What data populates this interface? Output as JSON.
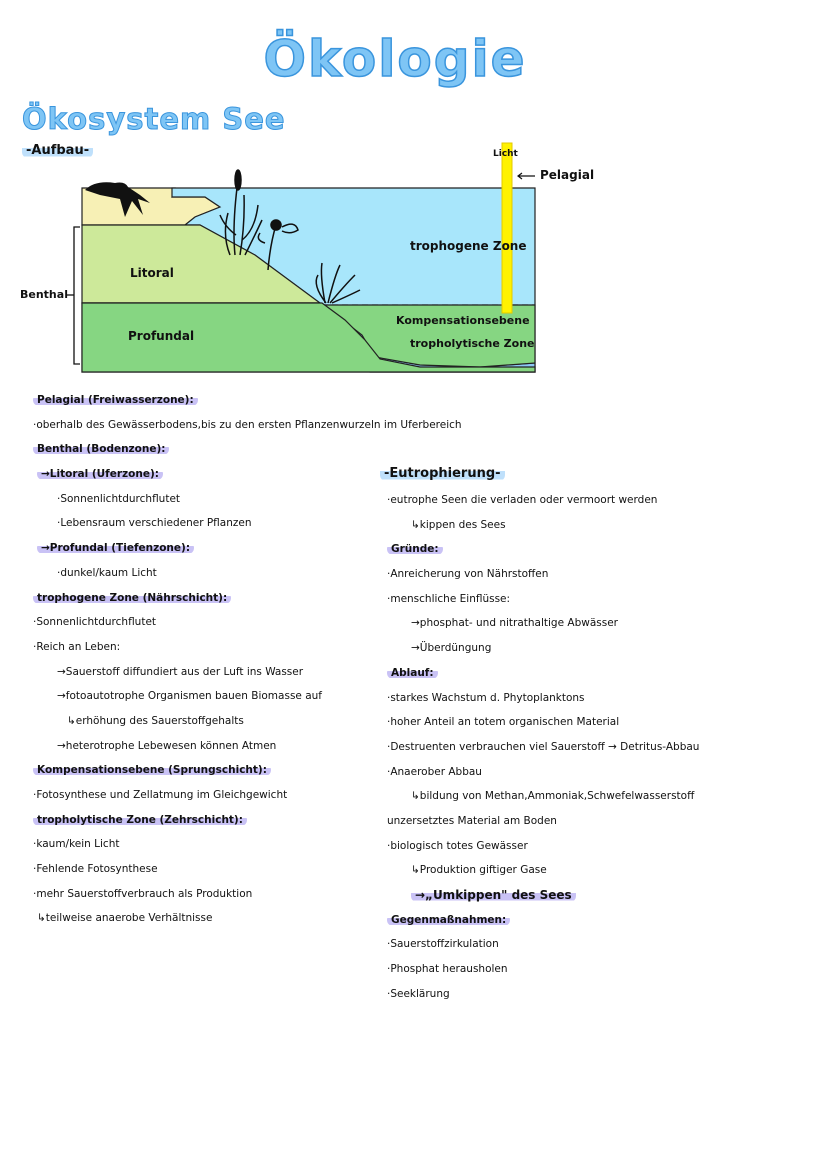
{
  "title": "Ökologie",
  "subtitle": "Ökosystem See",
  "aufbau_label": "-Aufbau-",
  "diagram": {
    "licht": "Licht",
    "pelagial": "Pelagial",
    "trophogene": "trophogene Zone",
    "litoral": "Litoral",
    "benthal": "Benthal",
    "profundal": "Profundal",
    "kompensation": "Kompensationsebene",
    "tropholytische": "tropholytische Zone"
  },
  "left_notes": [
    {
      "text": "Pelagial (Freiwasserzone):",
      "style": "head",
      "indent": "l1"
    },
    {
      "text": "·oberhalb des Gewässerbodens,bis zu den ersten Pflanzenwurzeln im Uferbereich",
      "style": "",
      "indent": "l1"
    },
    {
      "text": "Benthal (Bodenzone):",
      "style": "head",
      "indent": "l1"
    },
    {
      "text": "→Litoral (Uferzone):",
      "style": "head",
      "indent": "l2"
    },
    {
      "text": "·Sonnenlichtdurchflutet",
      "style": "",
      "indent": "l3"
    },
    {
      "text": "·Lebensraum verschiedener Pflanzen",
      "style": "",
      "indent": "l3"
    },
    {
      "text": "→Profundal (Tiefenzone):",
      "style": "head",
      "indent": "l2"
    },
    {
      "text": "·dunkel/kaum Licht",
      "style": "",
      "indent": "l3"
    },
    {
      "text": "trophogene Zone (Nährschicht):",
      "style": "head",
      "indent": "l1"
    },
    {
      "text": "·Sonnenlichtdurchflutet",
      "style": "",
      "indent": "l1"
    },
    {
      "text": "·Reich an Leben:",
      "style": "",
      "indent": "l1"
    },
    {
      "text": "→Sauerstoff diffundiert aus der Luft ins Wasser",
      "style": "",
      "indent": "l3"
    },
    {
      "text": "→fotoautotrophe Organismen bauen Biomasse auf",
      "style": "",
      "indent": "l3"
    },
    {
      "text": "↳erhöhung des Sauerstoffgehalts",
      "style": "",
      "indent": "l4"
    },
    {
      "text": "→heterotrophe Lebewesen können Atmen",
      "style": "",
      "indent": "l3"
    },
    {
      "text": "Kompensationsebene (Sprungschicht):",
      "style": "head",
      "indent": "l1"
    },
    {
      "text": "·Fotosynthese und Zellatmung im Gleichgewicht",
      "style": "",
      "indent": "l1"
    },
    {
      "text": "tropholytische Zone (Zehrschicht):",
      "style": "head",
      "indent": "l1"
    },
    {
      "text": "·kaum/kein Licht",
      "style": "",
      "indent": "l1"
    },
    {
      "text": "·Fehlende Fotosynthese",
      "style": "",
      "indent": "l1"
    },
    {
      "text": "·mehr Sauerstoffverbrauch als Produktion",
      "style": "",
      "indent": "l1"
    },
    {
      "text": "↳teilweise anaerobe Verhältnisse",
      "style": "",
      "indent": "l2"
    }
  ],
  "right_heading": "-Eutrophierung-",
  "right_notes": [
    {
      "text": "·eutrophe Seen die verladen oder vermoort werden",
      "style": "",
      "indent": "l1"
    },
    {
      "text": "↳kippen des Sees",
      "style": "",
      "indent": "l3"
    },
    {
      "text": "Gründe:",
      "style": "head",
      "indent": "l1"
    },
    {
      "text": "·Anreicherung von Nährstoffen",
      "style": "",
      "indent": "l1"
    },
    {
      "text": "·menschliche Einflüsse:",
      "style": "",
      "indent": "l1"
    },
    {
      "text": "→phosphat- und nitrathaltige Abwässer",
      "style": "",
      "indent": "l3"
    },
    {
      "text": "→Überdüngung",
      "style": "",
      "indent": "l3"
    },
    {
      "text": "Ablauf:",
      "style": "head",
      "indent": "l1"
    },
    {
      "text": "·starkes Wachstum d. Phytoplanktons",
      "style": "",
      "indent": "l1"
    },
    {
      "text": "·hoher Anteil an totem organischen Material",
      "style": "",
      "indent": "l1"
    },
    {
      "text": "·Destruenten verbrauchen viel Sauerstoff → Detritus-Abbau",
      "style": "",
      "indent": "l1"
    },
    {
      "text": "·Anaerober Abbau",
      "style": "",
      "indent": "l1"
    },
    {
      "text": "↳bildung von Methan,Ammoniak,Schwefelwasserstoff",
      "style": "",
      "indent": "l3"
    },
    {
      "text": "unzersetztes Material am Boden",
      "style": "",
      "indent": "l1"
    },
    {
      "text": "·biologisch totes Gewässer",
      "style": "",
      "indent": "l1"
    },
    {
      "text": "↳Produktion giftiger Gase",
      "style": "",
      "indent": "l3"
    },
    {
      "text": "→„Umkippen\" des Sees",
      "style": "big",
      "indent": "l3"
    },
    {
      "text": "Gegenmaßnahmen:",
      "style": "head",
      "indent": "l1"
    },
    {
      "text": "·Sauerstoffzirkulation",
      "style": "",
      "indent": "l1"
    },
    {
      "text": "·Phosphat herausholen",
      "style": "",
      "indent": "l1"
    },
    {
      "text": "·Seeklärung",
      "style": "",
      "indent": "l1"
    }
  ]
}
